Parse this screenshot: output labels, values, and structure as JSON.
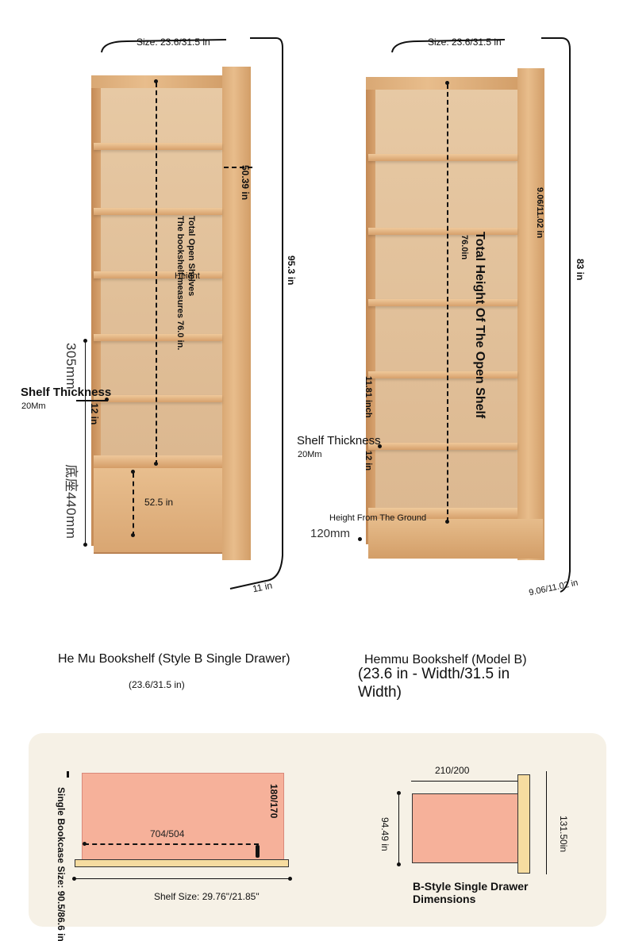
{
  "left_product": {
    "top_size": "Size: 23.6/31.5 in",
    "depth_top": "50.39 in",
    "total_height": "95.3 in",
    "open_shelves_line1": "Total Open Shelves",
    "open_shelves_line2": "The bookshelf measures 76.0 in.",
    "height_label": "Height",
    "side_overlay": "305mm                  底座440mm",
    "shelf_thickness": "Shelf Thickness",
    "shelf_thickness_value": "20Mm",
    "shelf_gap": "12 in",
    "drawer_height": "52.5 in",
    "depth_bottom": "11 in",
    "title": "He Mu Bookshelf (Style B Single Drawer)",
    "subtitle": "(23.6/31.5 in)"
  },
  "right_product": {
    "top_size": "Size: 23.6/31.5 in",
    "depth_side": "9.06/11.02 in",
    "open_shelf_value": "76.0in",
    "open_shelf_label": "Total Height Of The Open Shelf",
    "total_height": "83 in",
    "shelf_gap_1": "11.81 inch",
    "shelf_thickness": "Shelf Thickness",
    "shelf_thickness_value": "20Mm",
    "shelf_gap_2": "12 in",
    "ground_label": "Height From The Ground",
    "ground_value": "120mm",
    "depth_bottom": "9.06/11.02 in",
    "title": "Hemmu Bookshelf (Model B)",
    "subtitle": "(23.6 in - Width/31.5 in Width)"
  },
  "bottom": {
    "bookcase_size": "Single Bookcase Size: 90.5/86.6 in",
    "drawer_inner_h": "180/170",
    "drawer_inner_w": "704/504",
    "shelf_size": "Shelf Size: 29.76\"/21.85\"",
    "side_top": "210/200",
    "side_left": "94.49 in",
    "side_right": "131.50in",
    "drawer_title": "B-Style Single Drawer Dimensions"
  }
}
